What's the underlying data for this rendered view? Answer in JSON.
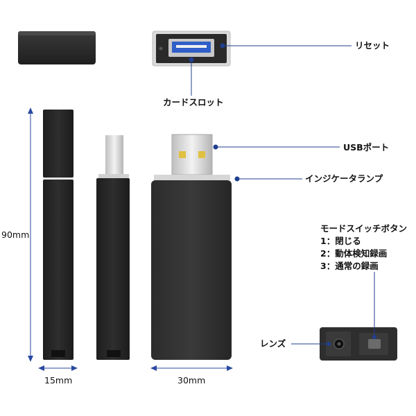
{
  "labels": {
    "reset": "リセット",
    "card_slot": "カードスロット",
    "usb_port": "USBポート",
    "indicator_lamp": "インジケータランプ",
    "lens": "レンズ",
    "mode_switch_title": "モードスイッチボタン",
    "mode_options": [
      "1：閉じる",
      "2：動体検知録画",
      "3：通常の録画"
    ]
  },
  "dimensions": {
    "height": "90mm",
    "thickness": "15mm",
    "width": "30mm"
  },
  "colors": {
    "body": "#2a2a2a",
    "body_dark": "#1a1a1a",
    "leader_line": "#1f3f8f",
    "dimension_line": "#2a4aa0",
    "usb_blue": "#2f5fc8"
  },
  "icons": [
    "reset-hole-icon",
    "lens-icon",
    "slide-switch-icon"
  ]
}
